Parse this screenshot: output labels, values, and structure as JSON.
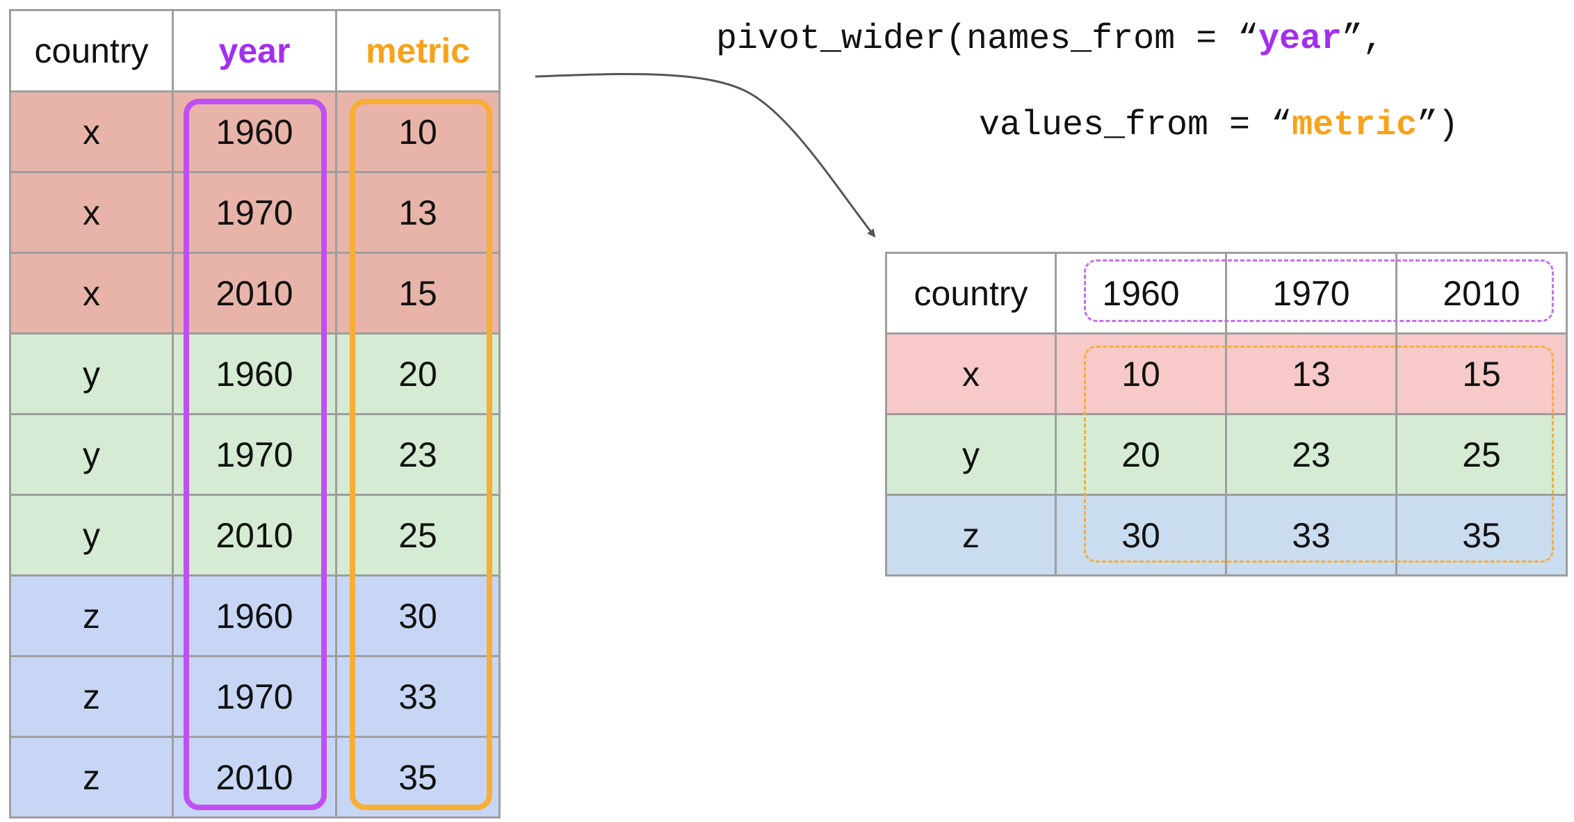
{
  "long_table": {
    "headers": [
      "country",
      "year",
      "metric"
    ],
    "rows": [
      [
        "x",
        "1960",
        "10"
      ],
      [
        "x",
        "1970",
        "13"
      ],
      [
        "x",
        "2010",
        "15"
      ],
      [
        "y",
        "1960",
        "20"
      ],
      [
        "y",
        "1970",
        "23"
      ],
      [
        "y",
        "2010",
        "25"
      ],
      [
        "z",
        "1960",
        "30"
      ],
      [
        "z",
        "1970",
        "33"
      ],
      [
        "z",
        "2010",
        "35"
      ]
    ]
  },
  "code": {
    "line1_prefix": "pivot_wider(names_from = “",
    "names_arg": "year",
    "line1_suffix": "”,",
    "line2_prefix": "values_from = “",
    "values_arg": "metric",
    "line2_suffix": "”)"
  },
  "wide_table": {
    "headers": [
      "country",
      "1960",
      "1970",
      "2010"
    ],
    "rows": [
      [
        "x",
        "10",
        "13",
        "15"
      ],
      [
        "y",
        "20",
        "23",
        "25"
      ],
      [
        "z",
        "30",
        "33",
        "35"
      ]
    ]
  },
  "colors": {
    "year_accent": "#a32ef0",
    "metric_accent": "#f7a21b",
    "row_x": "#e8b4aa",
    "row_y": "#d5ebd3",
    "row_z": "#c8d6f6",
    "grid_line": "#9e9e9e"
  }
}
